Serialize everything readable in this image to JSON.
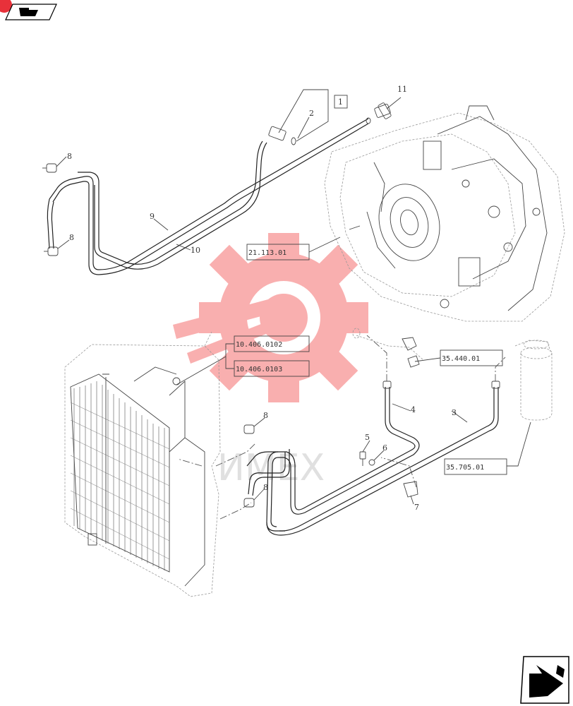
{
  "colors": {
    "watermark": "#f25050",
    "line": "#222222",
    "dotted": "#999999"
  },
  "icons": {
    "top_left": "nav-arrow-icon",
    "bottom_right": "next-page-arrow-icon",
    "corner_badge": "red-badge-icon"
  },
  "watermark_text": "ИМЕХ",
  "box_label": "1",
  "refs": {
    "r1": "21.113.01",
    "r2": "10.406.0102",
    "r3": "10.406.0103",
    "r4": "35.440.01",
    "r5": "35.705.01"
  },
  "callouts": {
    "c2": "2",
    "c3": "3",
    "c4": "4",
    "c5": "5",
    "c6": "6",
    "c7": "7",
    "c8a": "8",
    "c8b": "8",
    "c8c": "8",
    "c8d": "8",
    "c9": "9",
    "c10": "10",
    "c11": "11"
  }
}
